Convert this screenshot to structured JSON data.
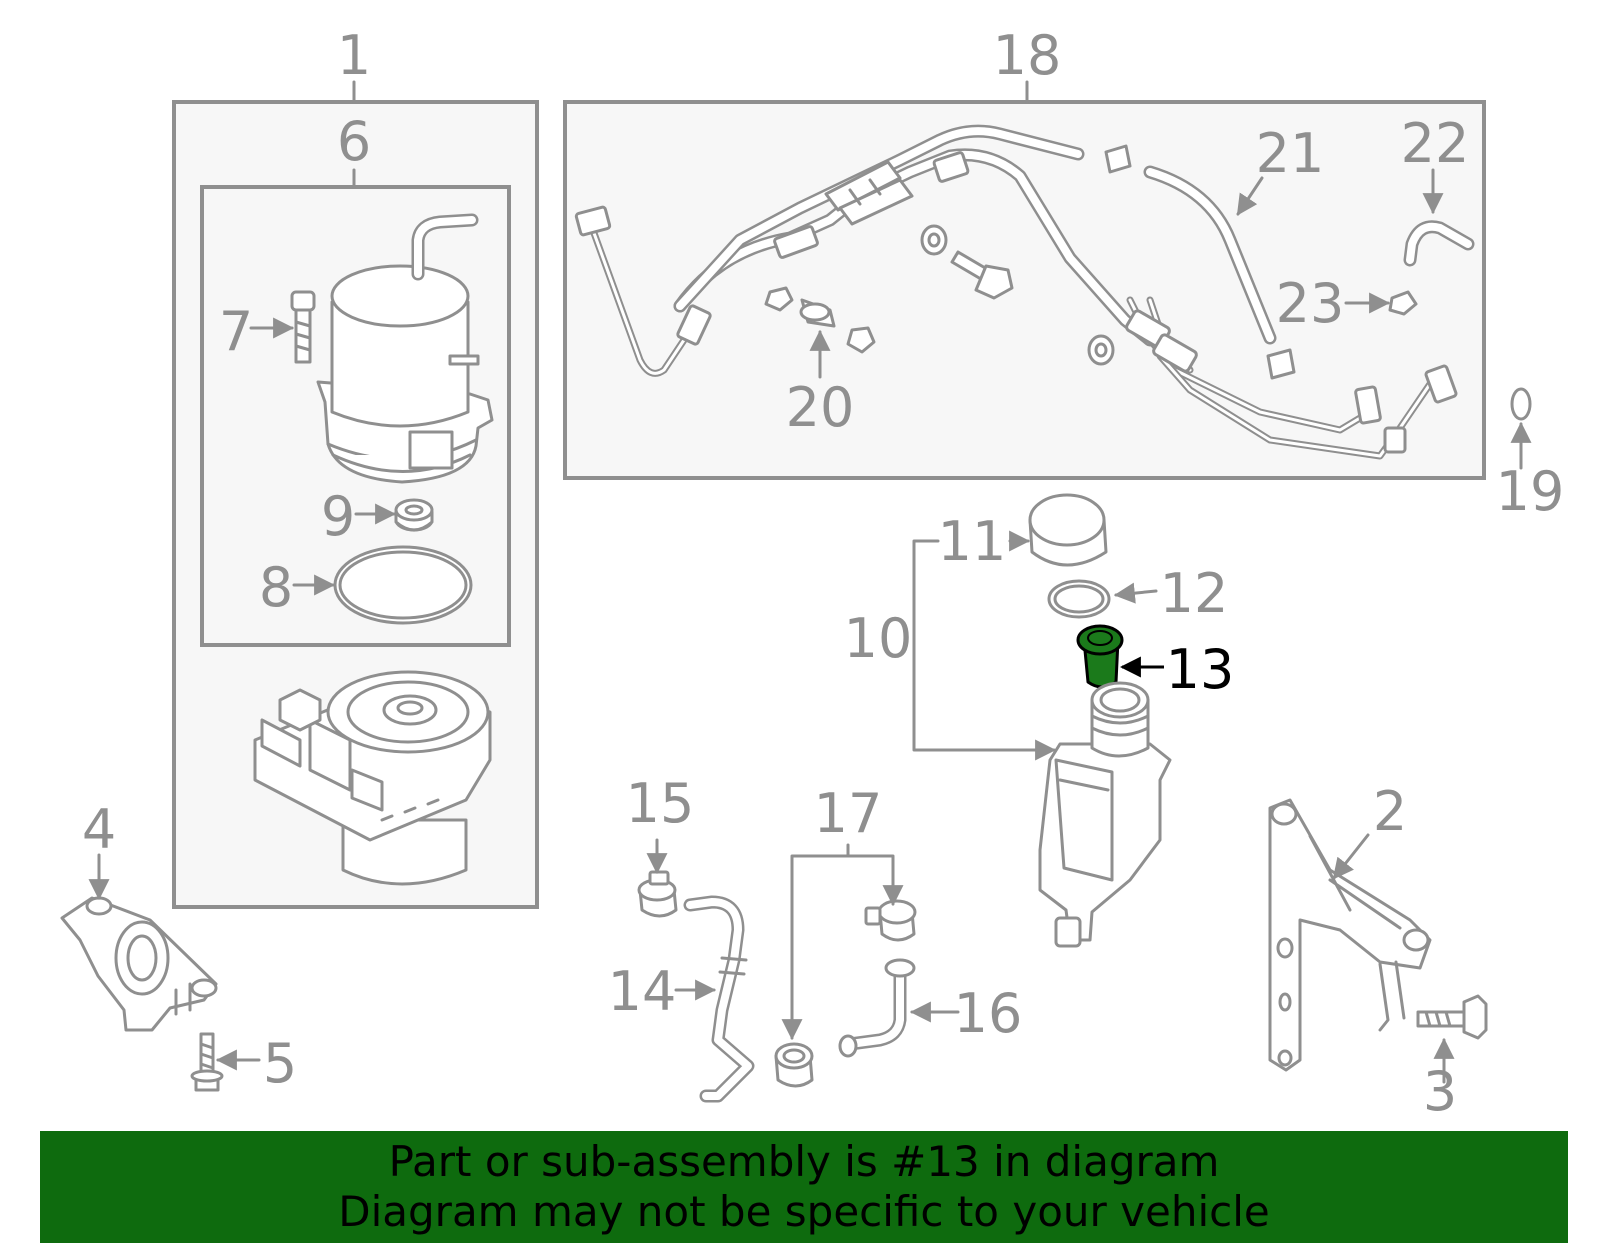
{
  "callouts": {
    "c1": "1",
    "c2": "2",
    "c3": "3",
    "c4": "4",
    "c5": "5",
    "c6": "6",
    "c7": "7",
    "c8": "8",
    "c9": "9",
    "c10": "10",
    "c11": "11",
    "c12": "12",
    "c13": "13",
    "c14": "14",
    "c15": "15",
    "c16": "16",
    "c17": "17",
    "c18": "18",
    "c19": "19",
    "c20": "20",
    "c21": "21",
    "c22": "22",
    "c23": "23"
  },
  "highlight": {
    "part_number": "13",
    "color": "#1b7a1b"
  },
  "colors": {
    "line": "#8f8f8f",
    "banner": "#0e6b0e",
    "highlight_fill": "#1b7a1b"
  },
  "banner": {
    "line1": "Part or sub-assembly is #13 in diagram",
    "line2": "Diagram may not be specific to your vehicle"
  }
}
